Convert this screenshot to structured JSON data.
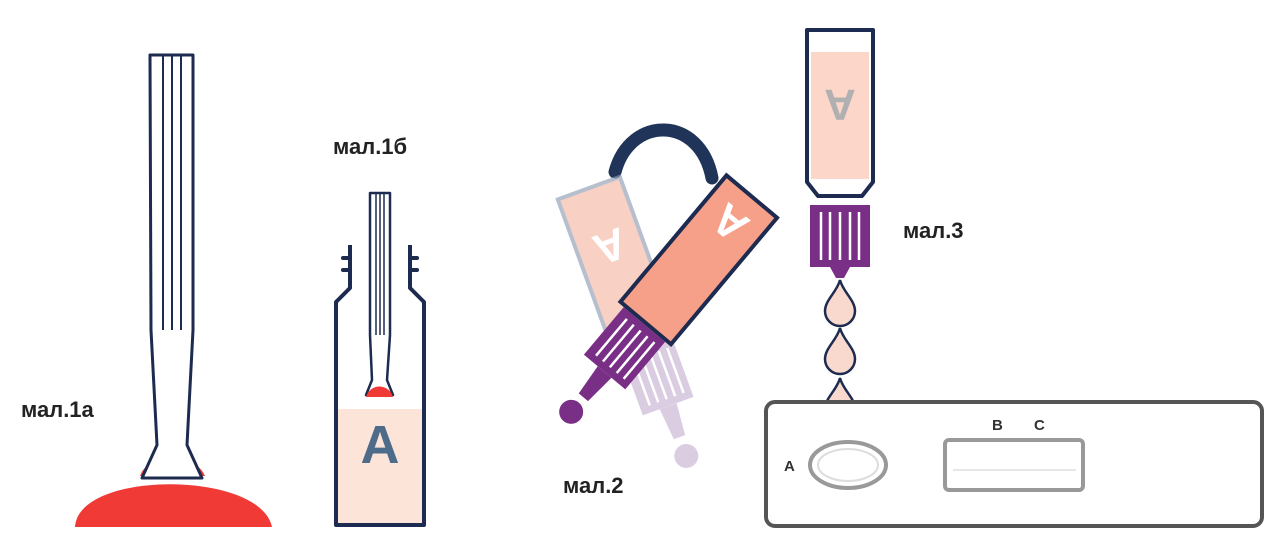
{
  "labels": {
    "fig1a": "мал.1а",
    "fig1b": "мал.1б",
    "fig2": "мал.2",
    "fig3": "мал.3"
  },
  "tube_letter": "A",
  "cassette": {
    "sample_well_letter": "A",
    "line_b_letter": "B",
    "line_c_letter": "C"
  },
  "colors": {
    "navy": "#1c2b4f",
    "blood_red": "#ef3a36",
    "buffer_peach": "#fce4d8",
    "tube_salmon": "#f6a08a",
    "cap_purple": "#7a2f86",
    "cap_lavender": "#c7b3d3",
    "arrow_navy": "#1f3458",
    "grey_outline": "#888888"
  }
}
